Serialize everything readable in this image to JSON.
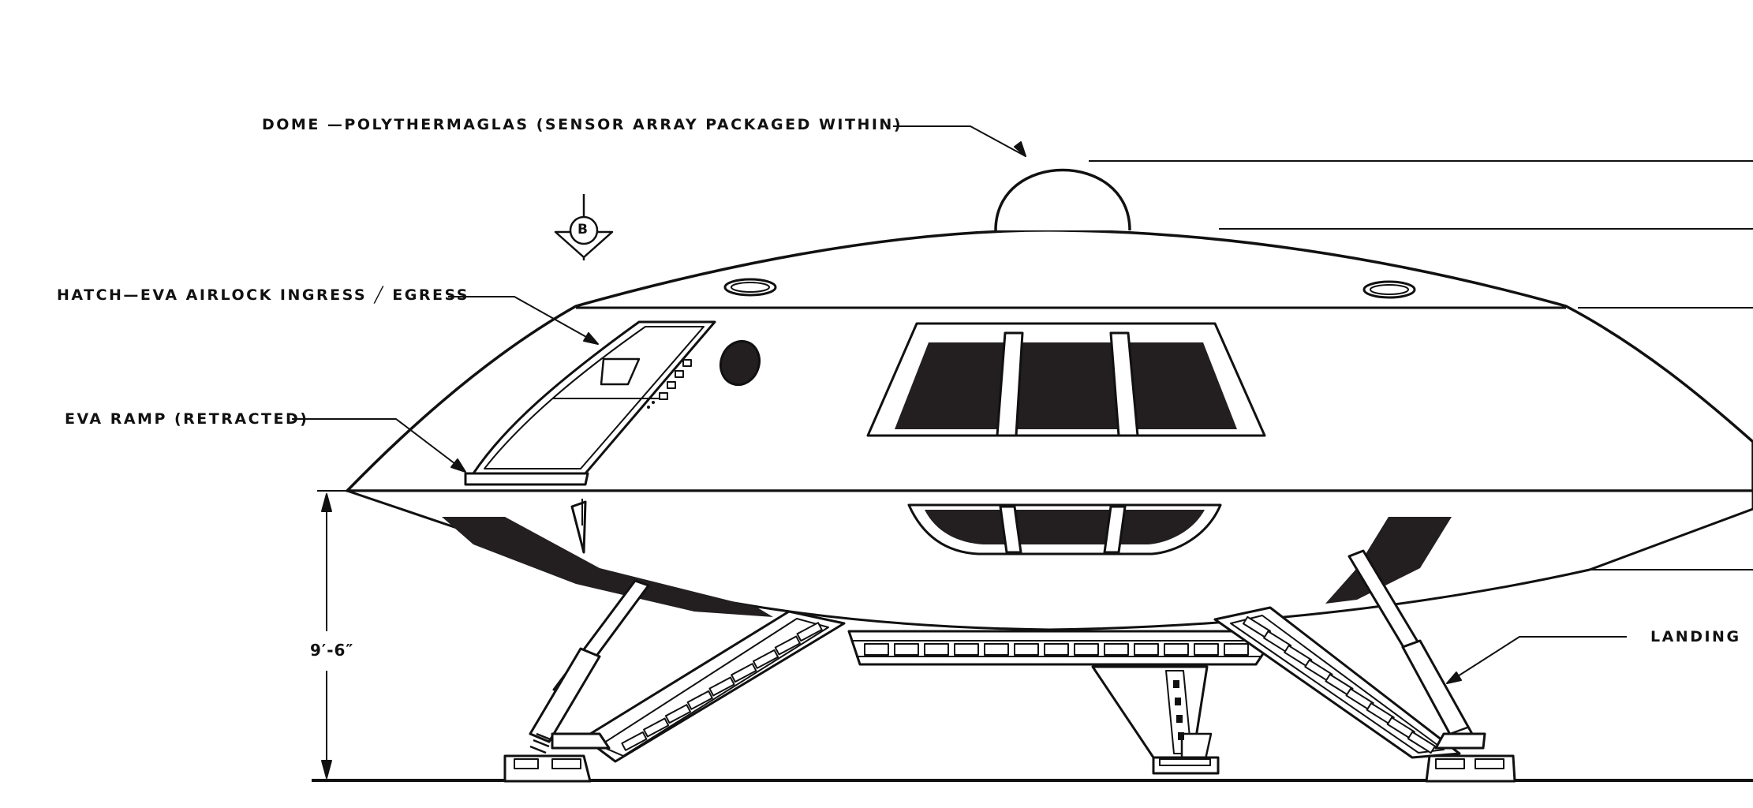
{
  "labels": {
    "dome": "DOME —POLYTHERMAGLAS  (SENSOR  ARRAY  PACKAGED  WITHIN)",
    "hatch": "HATCH—EVA  AIRLOCK  INGRESS ╱ EGRESS",
    "ramp": "EVA  RAMP  (RETRACTED)",
    "landing": "LANDING",
    "height_dim": "9′-6″",
    "section_marker": "B"
  },
  "colors": {
    "ink": "#111111",
    "paper": "#ffffff",
    "window": "#231f20"
  }
}
